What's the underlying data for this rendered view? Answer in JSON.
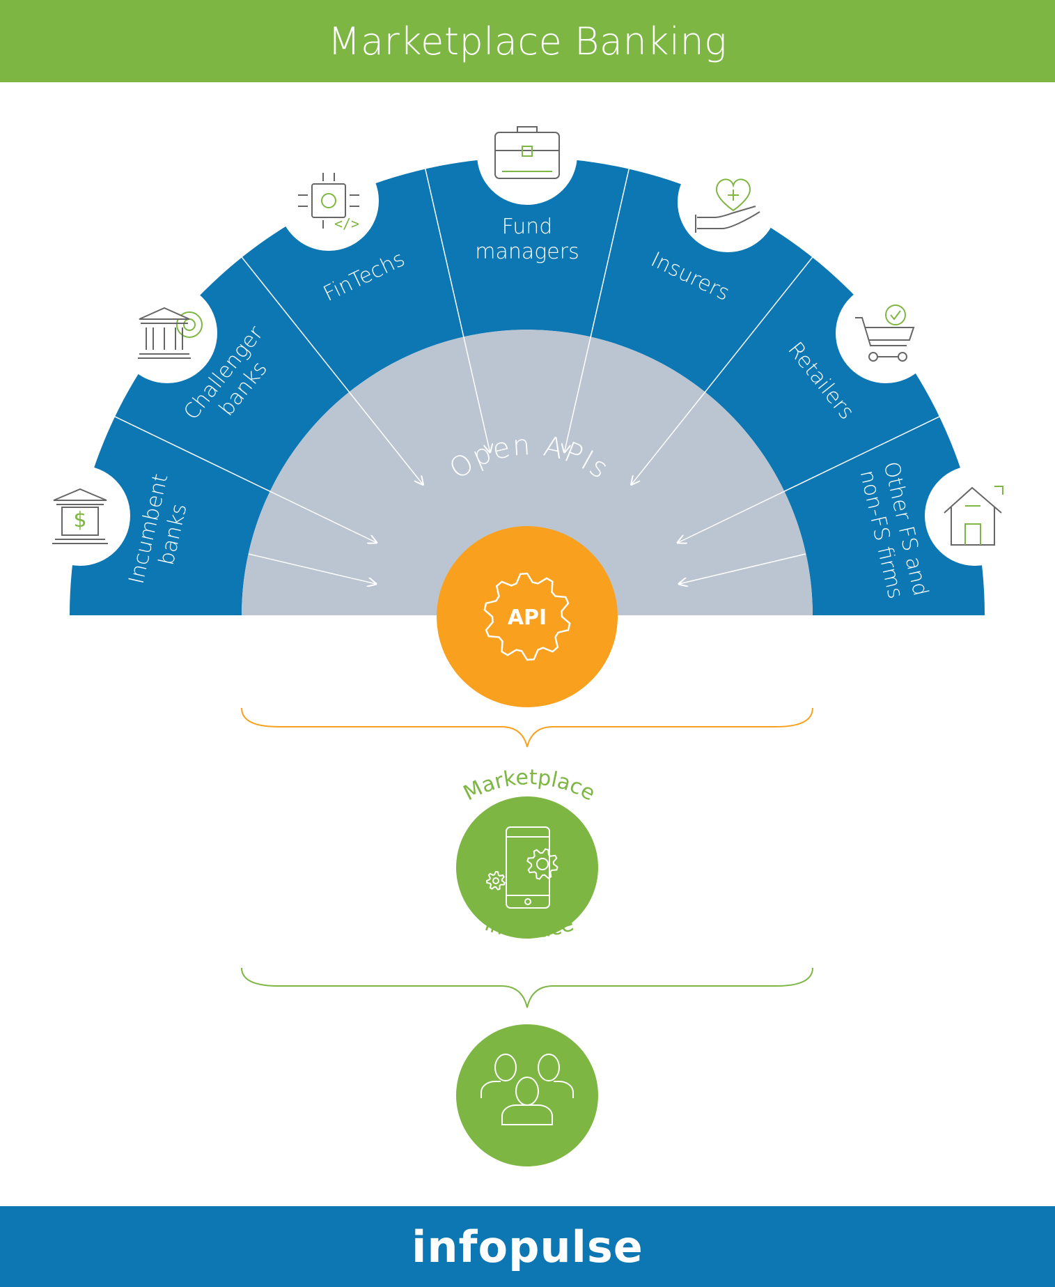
{
  "header": {
    "title": "Marketplace Banking"
  },
  "footer": {
    "logo": "infopulse"
  },
  "segments": [
    {
      "lines": [
        "Incumbent",
        "banks"
      ],
      "icon": "bank-dollar-icon"
    },
    {
      "lines": [
        "Challenger",
        "banks"
      ],
      "icon": "bank-gear-icon"
    },
    {
      "lines": [
        "FinTechs"
      ],
      "icon": "chip-code-icon"
    },
    {
      "lines": [
        "Fund",
        "managers"
      ],
      "icon": "briefcase-icon"
    },
    {
      "lines": [
        "Insurers"
      ],
      "icon": "heart-hand-icon"
    },
    {
      "lines": [
        "Retailers"
      ],
      "icon": "cart-check-icon"
    },
    {
      "lines": [
        "Other FS and",
        "non-FS firms"
      ],
      "icon": "house-icon"
    }
  ],
  "center": {
    "arc_label": "Open APIs",
    "badge": "API"
  },
  "marketplace": {
    "top_label": "Marketplace",
    "bottom_label": "interface",
    "icon": "phone-gear-icon"
  },
  "users": {
    "icon": "users-group-icon"
  },
  "colors": {
    "green": "#7db643",
    "blue": "#0c77b2",
    "gray": "#bac5d1",
    "orange": "#f9a11e"
  }
}
